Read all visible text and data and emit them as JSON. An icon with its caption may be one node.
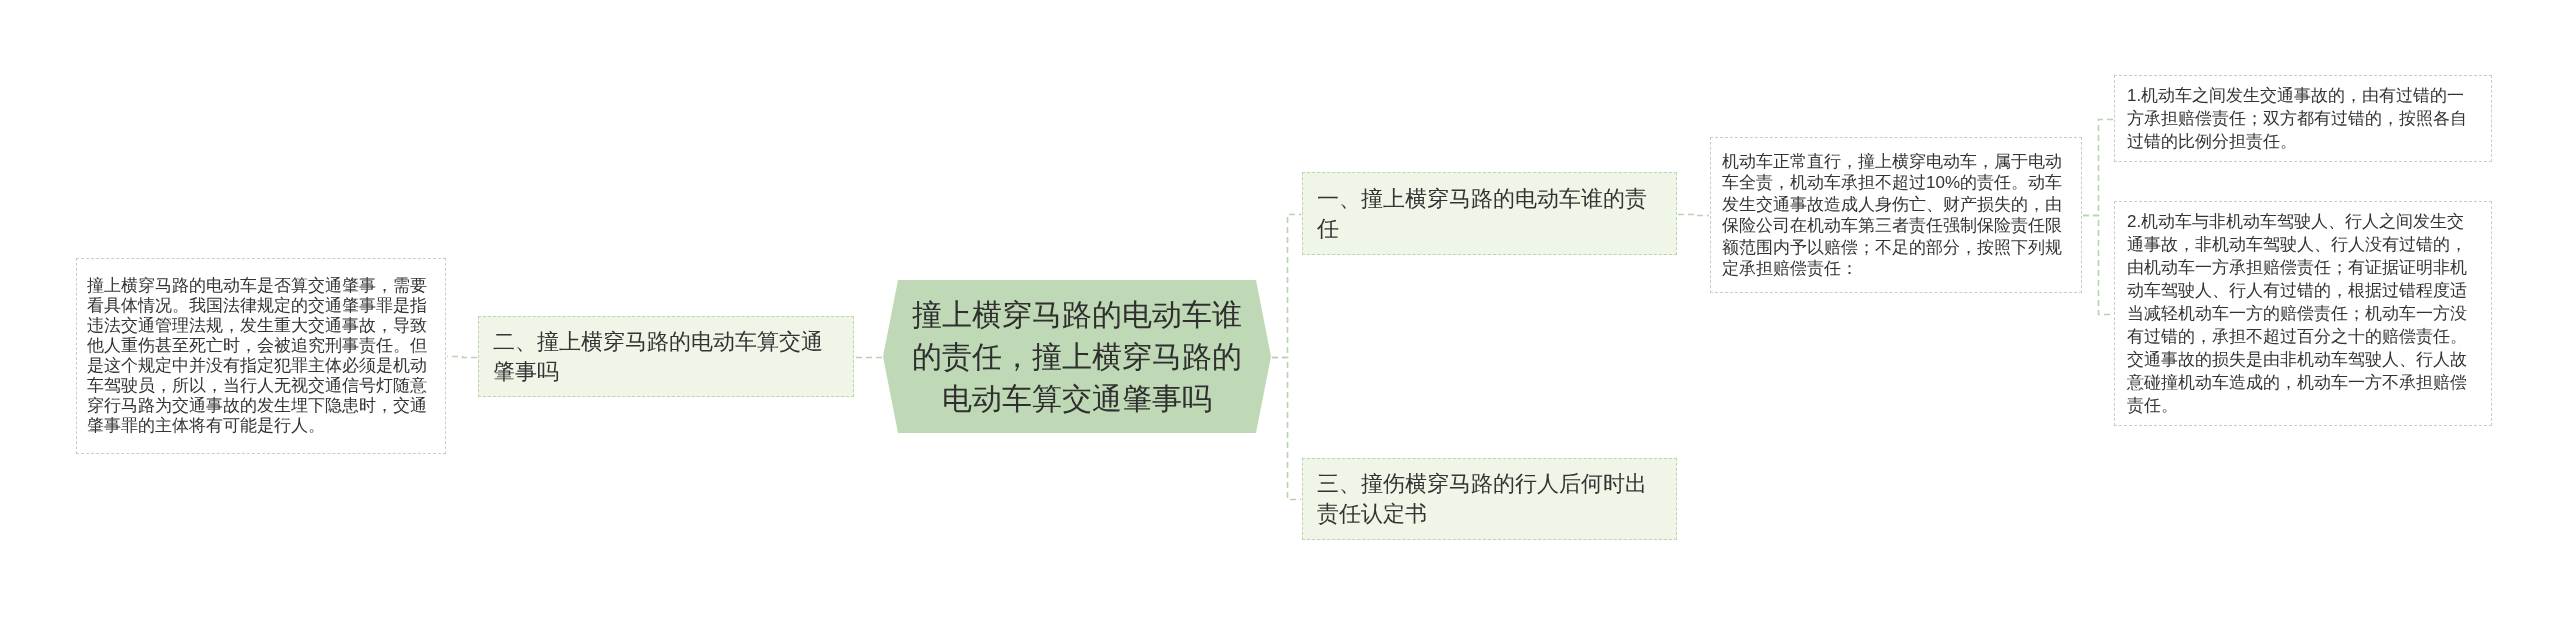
{
  "diagram": {
    "nodes": [
      {
        "text": [
          "撞上横穿马路的电动车谁的责任，撞上横穿马路的电动车算交通肇事吗"
        ]
      },
      {
        "text": [
          "一、撞上横穿马路的电动车谁的责任"
        ]
      },
      {
        "text": [
          "机动车正常直行，撞上横穿电动车，属于电动车全责，机动车承担不超过10%的责任。动车发生交通事故造成人身伤亡、财产损失的，由保险公司在机动车第三者责任强制保险责任限额范围内予以赔偿；不足的部分，按照下列规定承担赔偿责任："
        ]
      },
      {
        "text": [
          "1.机动车之间发生交通事故的，由有过错的一方承担赔偿责任；双方都有过错的，按照各自过错的比例分担责任。"
        ]
      },
      {
        "text": [
          "2.机动车与非机动车驾驶人、行人之间发生交通事故，非机动车驾驶人、行人没有过错的，由机动车一方承担赔偿责任；有证据证明非机动车驾驶人、行人有过错的，根据过错程度适当减轻机动车一方的赔偿责任；机动车一方没有过错的，承担不超过百分之十的赔偿责任。交通事故的损失是由非机动车驾驶人、行人故意碰撞机动车造成的，机动车一方不承担赔偿责任。"
        ]
      },
      {
        "text": [
          "三、撞伤横穿马路的行人后何时出责任认定书"
        ]
      },
      {
        "text": [
          "二、撞上横穿马路的电动车算交通肇事吗"
        ]
      },
      {
        "text": [
          "撞上横穿马路的电动车是否算交通肇事，需要看具体情况。我国法律规定的交通肇事罪是指违法交通管理法规，发生重大交通事故，导致他人重伤甚至死亡时，会被追究刑事责任。但是这个规定中并没有指定犯罪主体必须是机动车驾驶员，所以，当行人无视交通信号灯随意穿行马路为交通事故的发生埋下隐患时，交通肇事罪的主体将有可能是行人。"
        ]
      }
    ],
    "edges": [
      {
        "from": 0,
        "to": 1,
        "arrow": "none",
        "style": "dashed"
      },
      {
        "from": 1,
        "to": 2,
        "arrow": "none",
        "style": "dashed"
      },
      {
        "from": 2,
        "to": 3,
        "arrow": "none",
        "style": "dashed"
      },
      {
        "from": 2,
        "to": 4,
        "arrow": "none",
        "style": "dashed"
      },
      {
        "from": 0,
        "to": 5,
        "arrow": "none",
        "style": "dashed"
      },
      {
        "from": 0,
        "to": 6,
        "arrow": "none",
        "style": "dashed"
      },
      {
        "from": 6,
        "to": 7,
        "arrow": "none",
        "style": "dashed"
      }
    ]
  }
}
